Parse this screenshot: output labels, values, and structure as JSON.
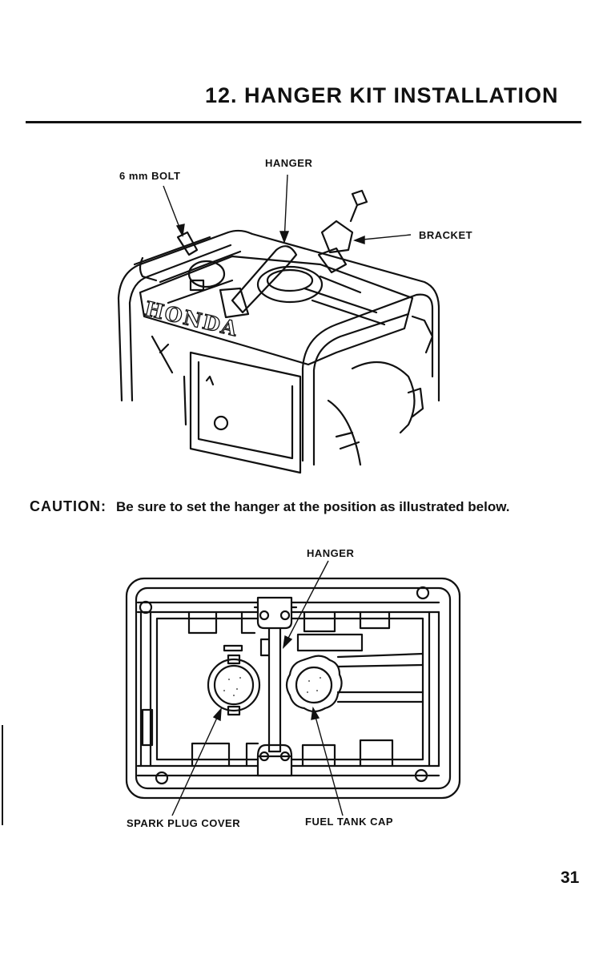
{
  "page": {
    "title": "12. HANGER KIT INSTALLATION",
    "page_number": "31"
  },
  "figure1": {
    "labels": {
      "bolt": "6 mm BOLT",
      "hanger": "HANGER",
      "bracket": "BRACKET"
    },
    "brand_text": "HONDA"
  },
  "caution": {
    "heading": "CAUTION:",
    "text": "Be sure to set the hanger at the position as illustrated below."
  },
  "figure2": {
    "labels": {
      "hanger": "HANGER",
      "spark_plug_cover": "SPARK PLUG COVER",
      "fuel_tank_cap": "FUEL TANK CAP"
    }
  }
}
